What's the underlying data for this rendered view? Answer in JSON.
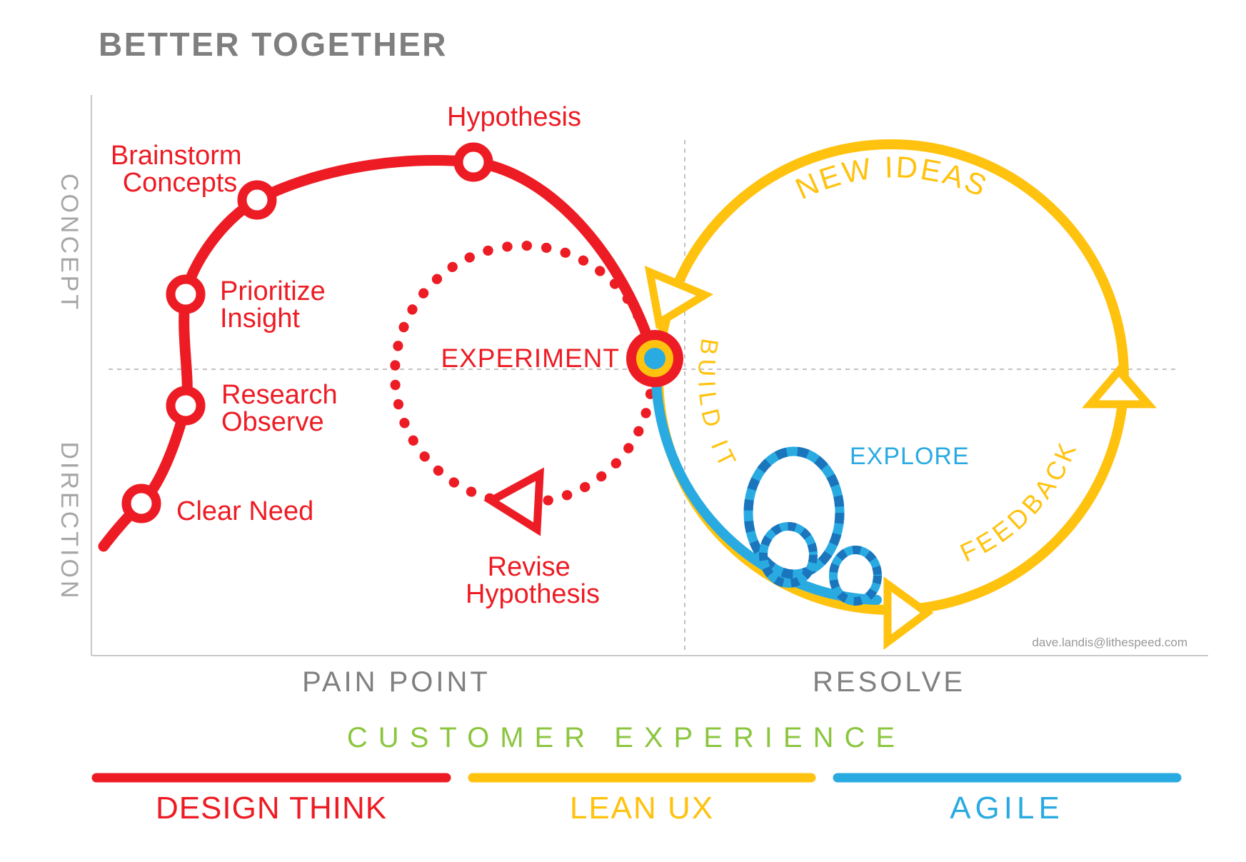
{
  "title": "BETTER TOGETHER",
  "credit": "dave.landis@lithespeed.com",
  "colors": {
    "red": "#ED1C24",
    "yellow": "#FFC20E",
    "blue": "#29ABE2",
    "blue_dark": "#1B75BC",
    "green": "#8CC63F",
    "gray_title": "#7F7F7F",
    "gray_label": "#808080",
    "gray_axis": "#A6A6A6",
    "gray_line": "#C9C9C9",
    "gray_dash": "#C2C2C2",
    "gray_credit": "#999999"
  },
  "axes": {
    "y_upper": "CONCEPT",
    "y_lower": "DIRECTION",
    "x_left": "PAIN POINT",
    "x_right": "RESOLVE",
    "x_banner": "CUSTOMER EXPERIENCE"
  },
  "design_thinking": {
    "milestones": [
      {
        "line1": "Clear Need",
        "line2": ""
      },
      {
        "line1": "Research",
        "line2": "Observe"
      },
      {
        "line1": "Prioritize",
        "line2": "Insight"
      },
      {
        "line1": "Brainstorm",
        "line2": "Concepts"
      },
      {
        "line1": "Hypothesis",
        "line2": ""
      }
    ],
    "loop_label": "EXPERIMENT",
    "loop_arrow_label": {
      "line1": "Revise",
      "line2": "Hypothesis"
    }
  },
  "lean_ux": {
    "top_label": "NEW IDEAS",
    "left_label": "BUILD IT",
    "right_label": "FEEDBACK"
  },
  "agile": {
    "loop_label": "EXPLORE"
  },
  "legend": [
    {
      "label": "DESIGN THINK"
    },
    {
      "label": "LEAN UX"
    },
    {
      "label": "AGILE"
    }
  ]
}
